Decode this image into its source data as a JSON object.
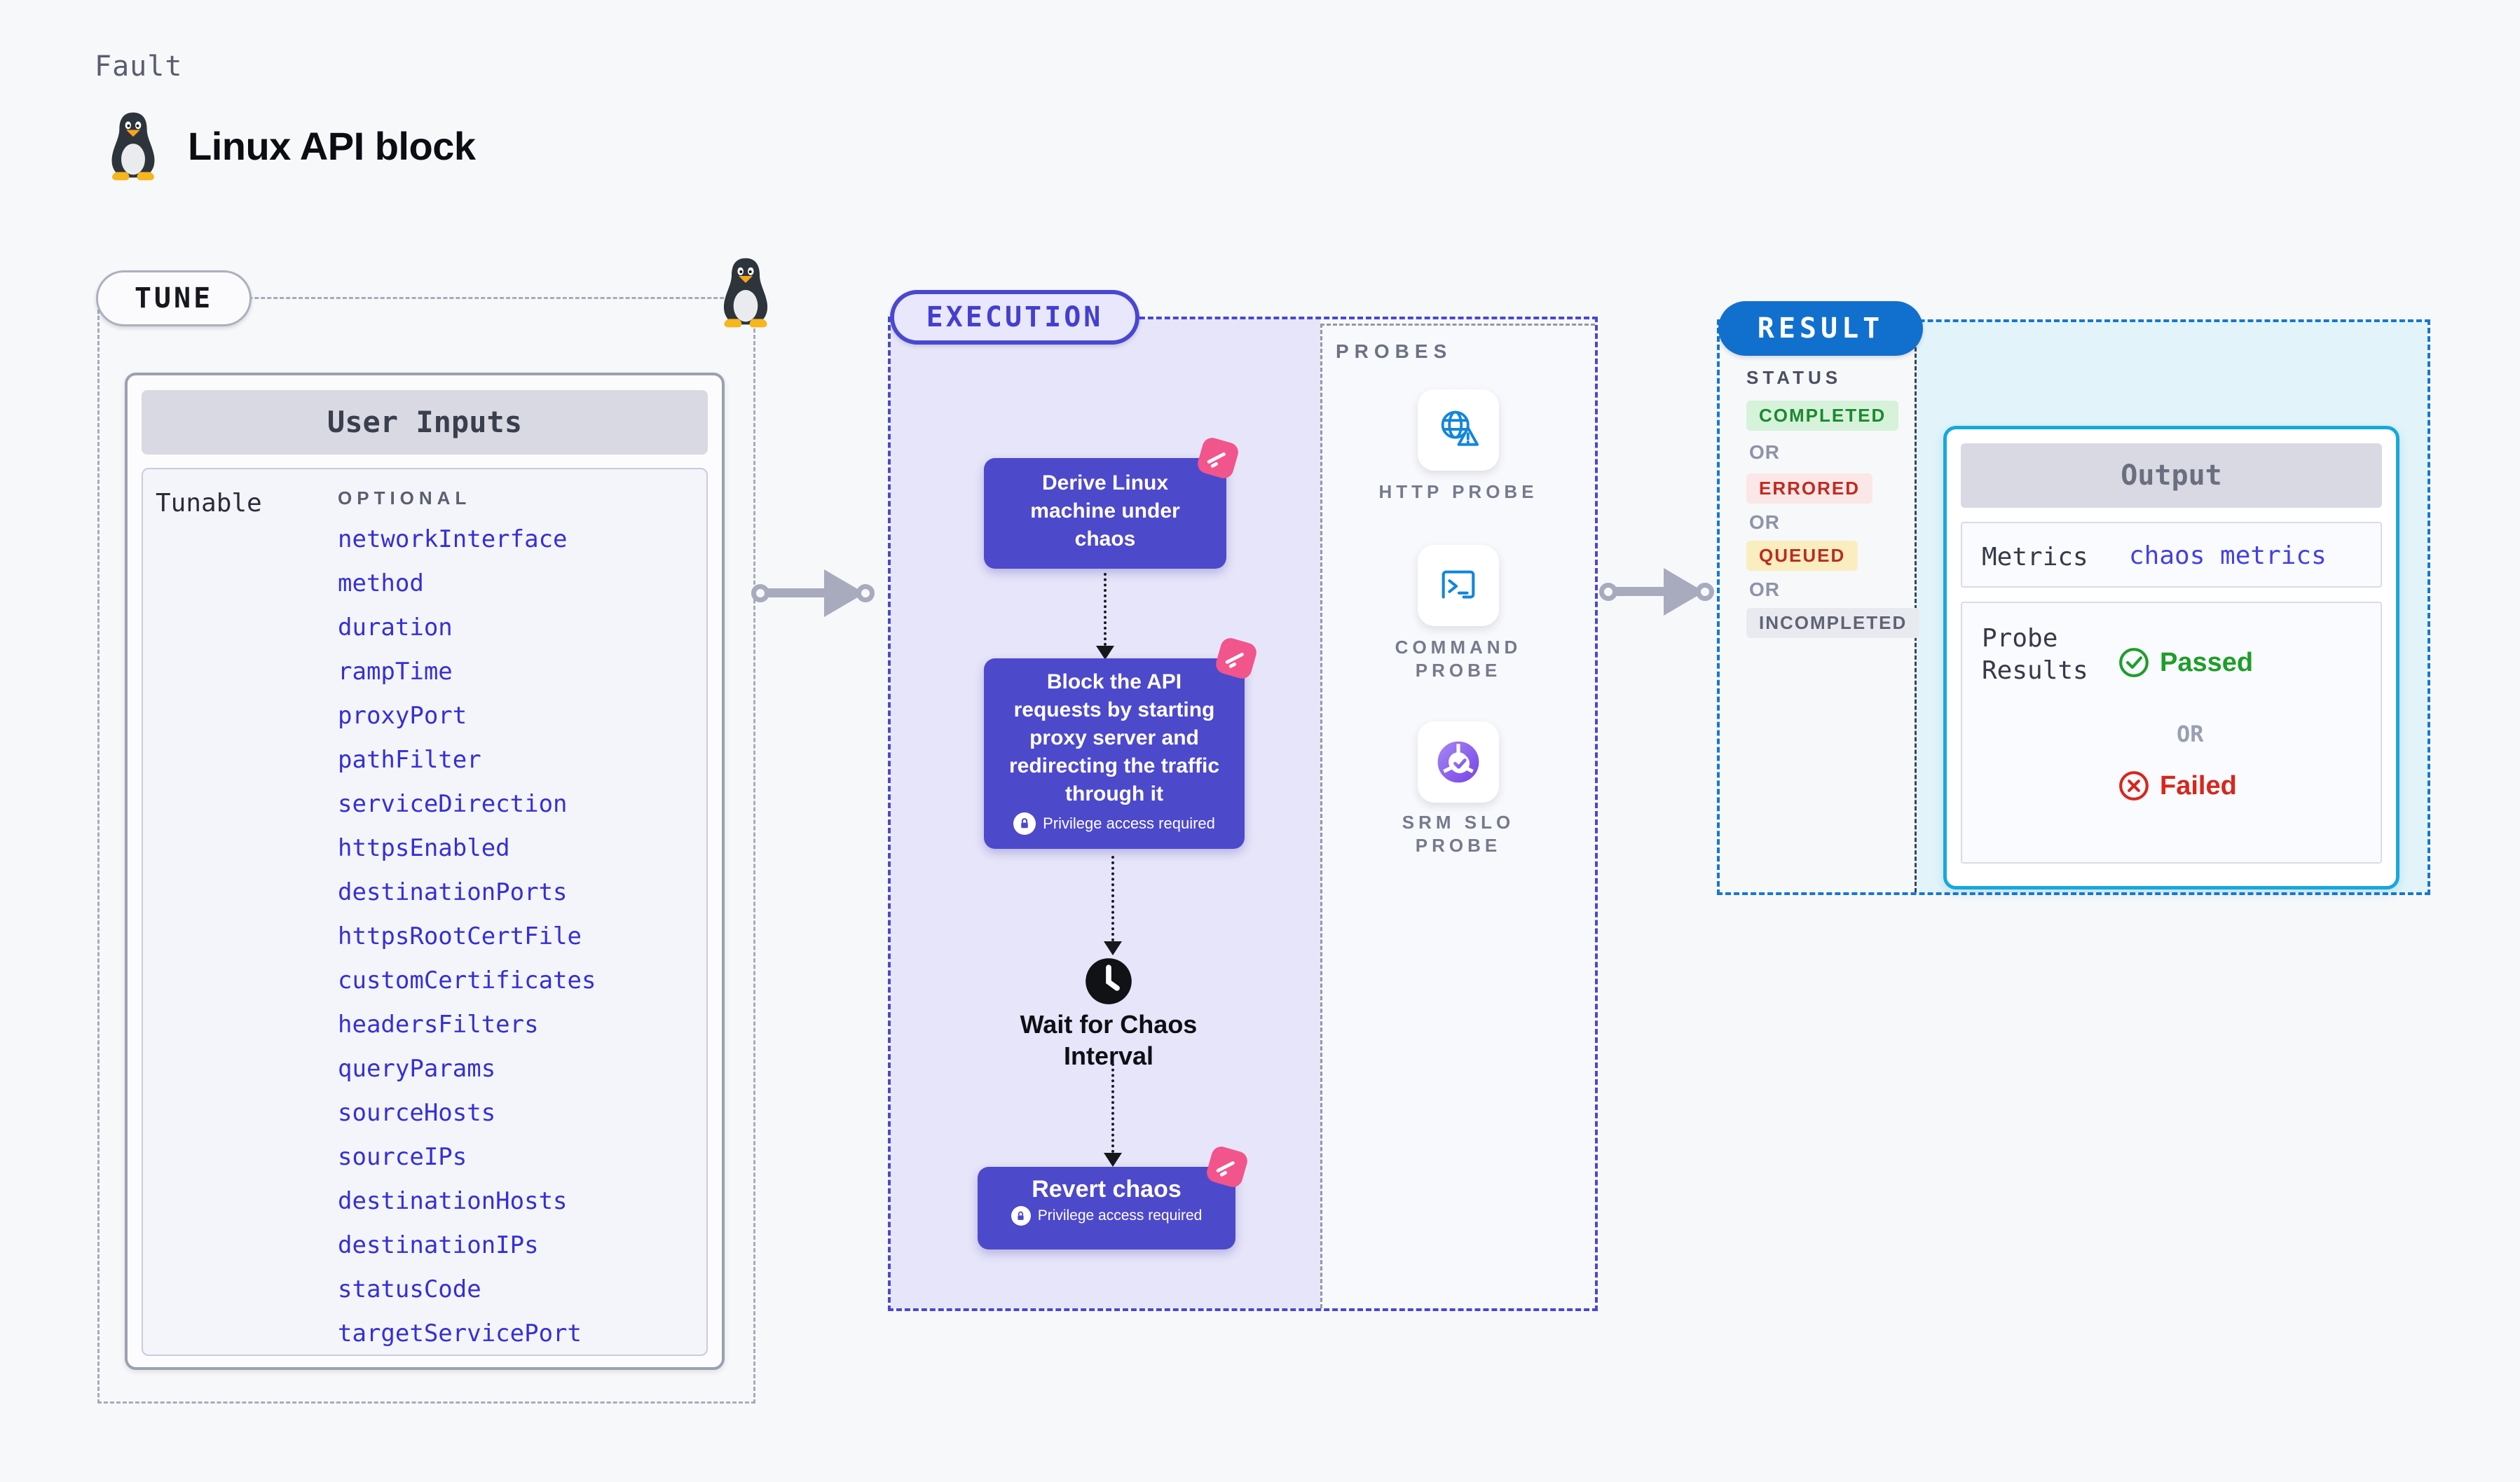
{
  "header": {
    "fault_label": "Fault",
    "title": "Linux API block",
    "icon": "linux-tux-icon"
  },
  "tune": {
    "pill": "TUNE",
    "table_header": "User Inputs",
    "row_label": "Tunable",
    "optional_label": "OPTIONAL",
    "params": [
      "networkInterface",
      "method",
      "duration",
      "rampTime",
      "proxyPort",
      "pathFilter",
      "serviceDirection",
      "httpsEnabled",
      "destinationPorts",
      "httpsRootCertFile",
      "customCertificates",
      "headersFilters",
      "queryParams",
      "sourceHosts",
      "sourceIPs",
      "destinationHosts",
      "destinationIPs",
      "statusCode",
      "targetServicePort"
    ]
  },
  "execution": {
    "pill": "EXECUTION",
    "privilege_label": "Privilege access required",
    "steps": {
      "derive": "Derive Linux\nmachine under\nchaos",
      "block": "Block the API\nrequests by starting\nproxy server and\nredirecting the traffic\nthrough it",
      "wait": "Wait for Chaos\nInterval",
      "revert": "Revert chaos"
    }
  },
  "probes": {
    "label": "PROBES",
    "items": [
      {
        "label": "HTTP PROBE",
        "icon": "globe-alert-icon"
      },
      {
        "label": "COMMAND\nPROBE",
        "icon": "terminal-icon"
      },
      {
        "label": "SRM SLO\nPROBE",
        "icon": "slo-donut-check-icon"
      }
    ]
  },
  "result": {
    "pill": "RESULT",
    "status_label": "STATUS",
    "or_label": "OR",
    "statuses": [
      {
        "label": "COMPLETED",
        "bg": "#D7F2DA",
        "color": "#1A8A2F"
      },
      {
        "label": "ERRORED",
        "bg": "#FBE7E7",
        "color": "#C12A21"
      },
      {
        "label": "QUEUED",
        "bg": "#FAEDC0",
        "color": "#B92D1F"
      },
      {
        "label": "INCOMPLETED",
        "bg": "#E9EAF0",
        "color": "#5E6475"
      }
    ],
    "output": {
      "header": "Output",
      "metrics_label": "Metrics",
      "metrics_value": "chaos metrics",
      "probe_results_label": "Probe\nResults",
      "passed_label": "Passed",
      "or_label": "OR",
      "failed_label": "Failed"
    }
  },
  "colors": {
    "page_bg": "#F7F8FA",
    "indigo": "#4D49CB",
    "indigo_line": "#4A47D2",
    "lavender": "#E6E5F9",
    "pink": "#F2548C",
    "probe_blue": "#1285DC",
    "result_blue": "#1478D2",
    "result_pill": "#1170CE",
    "cyan_border": "#17A8DC",
    "cyan_bg": "#E2F4FA",
    "param_blue": "#352FD8",
    "green": "#1E9E2A",
    "red": "#D7271C",
    "arrow_gray": "#A8AABE",
    "tune_dash": "#A7ACBA",
    "probes_dash": "#9198A6",
    "sep_dash": "#3C4354"
  }
}
